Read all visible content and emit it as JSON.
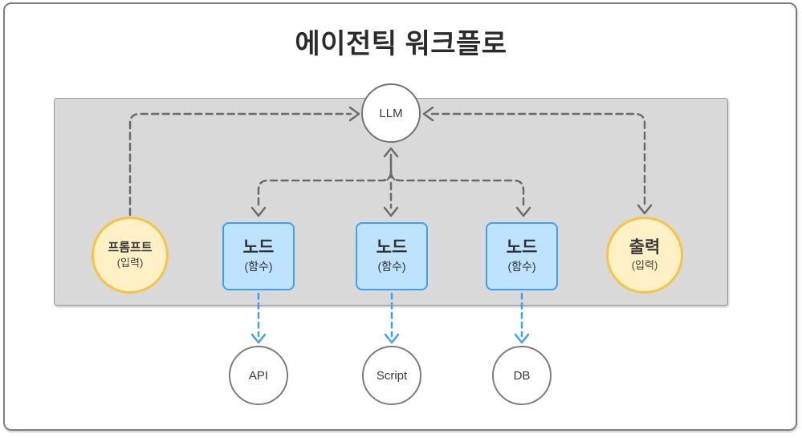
{
  "title": "에이전틱 워크플로",
  "llm": {
    "label": "LLM"
  },
  "prompt": {
    "label": "프롬프트",
    "sublabel": "(입력)"
  },
  "output": {
    "label": "출력",
    "sublabel": "(입력)"
  },
  "nodes": [
    {
      "label": "노드",
      "sublabel": "(함수)"
    },
    {
      "label": "노드",
      "sublabel": "(함수)"
    },
    {
      "label": "노드",
      "sublabel": "(함수)"
    }
  ],
  "tools": [
    {
      "label": "API"
    },
    {
      "label": "Script"
    },
    {
      "label": "DB"
    }
  ],
  "colors": {
    "stage_fill": "#d9d9d9",
    "stage_border": "#9a9a9a",
    "node_fill": "#bee3ff",
    "node_border": "#3f9ff5",
    "io_fill": "#fff1c5",
    "io_border": "#f8c342",
    "arrow_gray": "#6b6b6b",
    "arrow_blue": "#41a0f5",
    "title_color": "#2b2b2b"
  }
}
